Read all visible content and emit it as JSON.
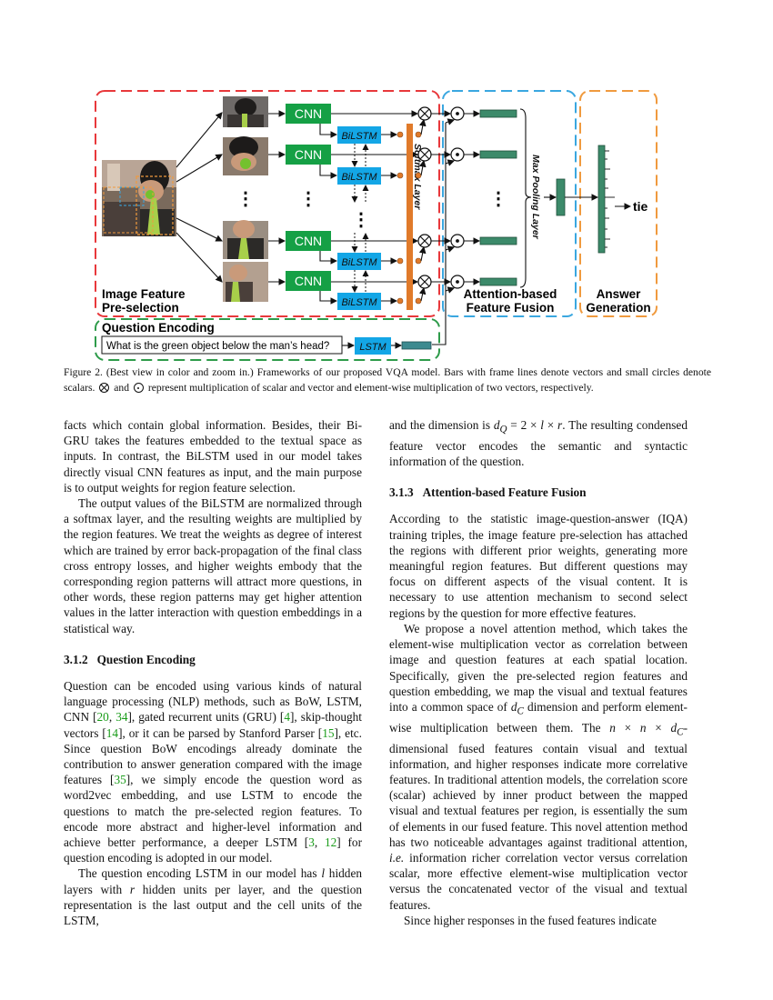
{
  "figure": {
    "labels": {
      "cnn": "CNN",
      "bilstm": "BiLSTM",
      "lstm": "LSTM",
      "softmax": "Softmax Layer",
      "max_pooling": "Max Pooling Layer",
      "output": "tie",
      "vdots": "⋮",
      "image_feature_line1": "Image Feature",
      "image_feature_line2": "Pre-selection",
      "attention_line1": "Attention-based",
      "attention_line2": "Feature Fusion",
      "answer_line1": "Answer",
      "answer_line2": "Generation",
      "question_encoding": "Question Encoding",
      "question": "What is the green object below the man’s head?"
    },
    "colors": {
      "red": "#e8383b",
      "blue": "#3aa7e0",
      "orange": "#f09a3e",
      "green_dash": "#2e9b4a",
      "cnn_green": "#15a045",
      "lstm_blue": "#13a6e6",
      "softmax_orange": "#e07a2a",
      "feature_teal": "#3c8a6a",
      "lstm_teal": "#3c8a8f"
    }
  },
  "caption": {
    "part1": "Figure 2. (Best view in color and zoom in.) Frameworks of our proposed VQA model. Bars with frame lines denote vectors and small circles denote scalars.",
    "part2": "and",
    "part3": "represent multiplication of scalar and vector and element-wise multiplication of two vectors, respectively."
  },
  "left": {
    "p1": "facts which contain global information. Besides, their Bi-GRU takes the features embedded to the textual space as inputs. In contrast, the BiLSTM used in our model takes directly visual CNN features as input, and the main purpose is to output weights for region feature selection.",
    "p2": "The output values of the BiLSTM are normalized through a softmax layer, and the resulting weights are multiplied by the region features. We treat the weights as degree of interest which are trained by error back-propagation of the final class cross entropy losses, and higher weights embody that the corresponding region patterns will attract more questions, in other words, these region patterns may get higher attention values in the latter interaction with question embeddings in a statistical way.",
    "h_num": "3.1.2",
    "h_title": "Question Encoding",
    "p3_a": "Question can be encoded using various kinds of natural language processing (NLP) methods, such as BoW, LSTM, CNN [",
    "c20": "20",
    "sep": ", ",
    "c34": "34",
    "p3_b": "], gated recurrent units (GRU) [",
    "c4": "4",
    "p3_c": "], skip-thought vectors [",
    "c14": "14",
    "p3_d": "], or it can be parsed by Stanford Parser [",
    "c15": "15",
    "p3_e": "], etc. Since question BoW encodings already dominate the contribution to answer generation compared with the image features [",
    "c35": "35",
    "p3_f": "], we simply encode the question word as word2vec embedding, and use LSTM to encode the questions to match the pre-selected region features. To encode more abstract and higher-level information and achieve better performance, a deeper LSTM [",
    "c3": "3",
    "c12": "12",
    "p3_g": "] for question encoding is adopted in our model.",
    "p4_a": "The question encoding LSTM in our model has ",
    "l": "l",
    "p4_b": " hidden layers with ",
    "r": "r",
    "p4_c": " hidden units per layer, and the question representation is the last output and the cell units of the LSTM,"
  },
  "right": {
    "p1_a": "and the dimension is ",
    "dq": "d",
    "dq_sub": "Q",
    "p1_b": " = 2 × ",
    "p1_l": "l",
    "p1_x": " × ",
    "p1_r": "r",
    "p1_c": ". The resulting condensed feature vector encodes the semantic and syntactic information of the question.",
    "h_num": "3.1.3",
    "h_title": "Attention-based Feature Fusion",
    "p2": "According to the statistic image-question-answer (IQA) training triples, the image feature pre-selection has attached the regions with different prior weights, generating more meaningful region features. But different questions may focus on different aspects of the visual content. It is necessary to use attention mechanism to second select regions by the question for more effective features.",
    "p3_a": "We propose a novel attention method, which takes the element-wise multiplication vector as correlation between image and question features at each spatial location. Specifically, given the pre-selected region features and question embedding, we map the visual and textual features into a common space of ",
    "dc": "d",
    "dc_sub": "C",
    "p3_b": " dimension and perform element-wise multiplication between them. The ",
    "n1": "n",
    "x1": " × ",
    "n2": "n",
    "x2": " × ",
    "dc2": "d",
    "dc2_sub": "C",
    "p3_c": "-dimensional fused features contain visual and textual information, and higher responses indicate more correlative features. In traditional attention models, the correlation score (scalar) achieved by inner product between the mapped visual and textual features per region, is essentially the sum of elements in our fused feature. This novel attention method has two noticeable advantages against traditional attention, ",
    "ie": "i.e.",
    "p3_d": " information richer correlation vector versus correlation scalar, more effective element-wise multiplication vector versus the concatenated vector of the visual and textual features.",
    "p4": "Since higher responses in the fused features indicate"
  }
}
